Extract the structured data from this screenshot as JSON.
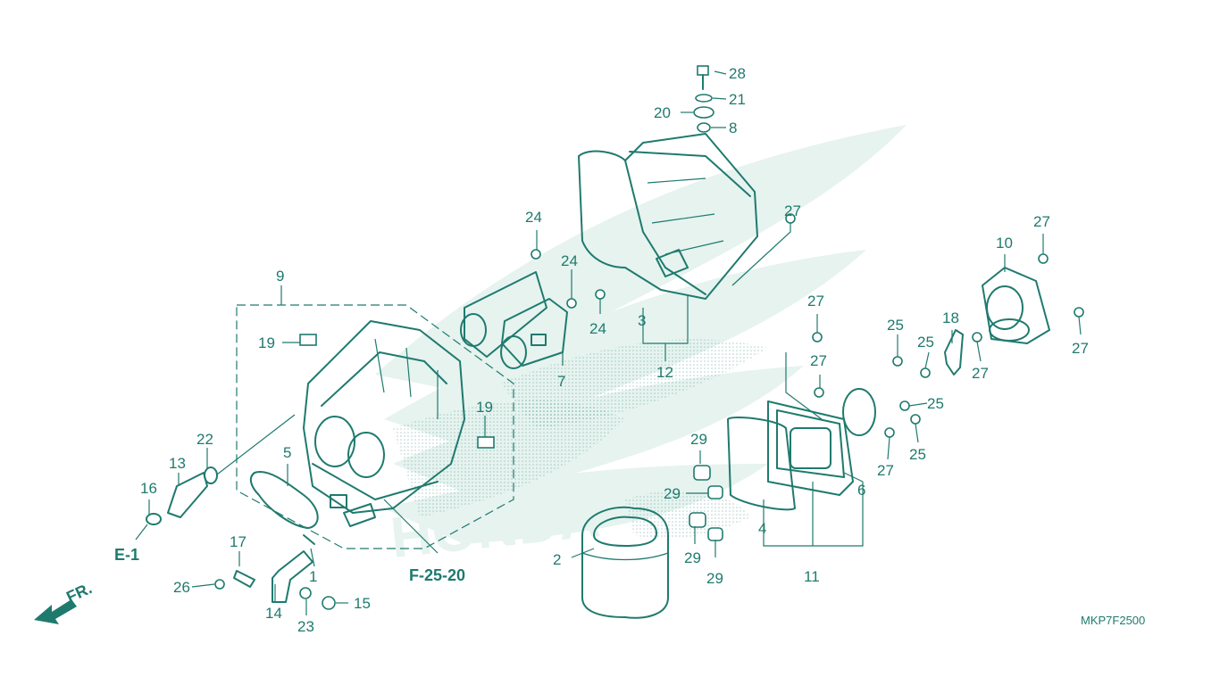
{
  "diagram": {
    "part_numbers": [
      "1",
      "2",
      "3",
      "4",
      "5",
      "6",
      "7",
      "8",
      "9",
      "10",
      "11",
      "12",
      "13",
      "14",
      "15",
      "16",
      "17",
      "18",
      "19",
      "19",
      "20",
      "21",
      "22",
      "23",
      "24",
      "24",
      "24",
      "25",
      "25",
      "25",
      "25",
      "26",
      "27",
      "27",
      "27",
      "27",
      "27",
      "27",
      "28",
      "29",
      "29",
      "29",
      "29"
    ],
    "reference_labels": {
      "e1": "E-1",
      "f2520": "F-25-20",
      "fr": "FR."
    },
    "drawing_code": "MKP7F2500",
    "watermark_text": "HONDA",
    "colors": {
      "line": "#1f7a6e",
      "watermark": "#e6f3ef",
      "background": "#ffffff"
    }
  }
}
